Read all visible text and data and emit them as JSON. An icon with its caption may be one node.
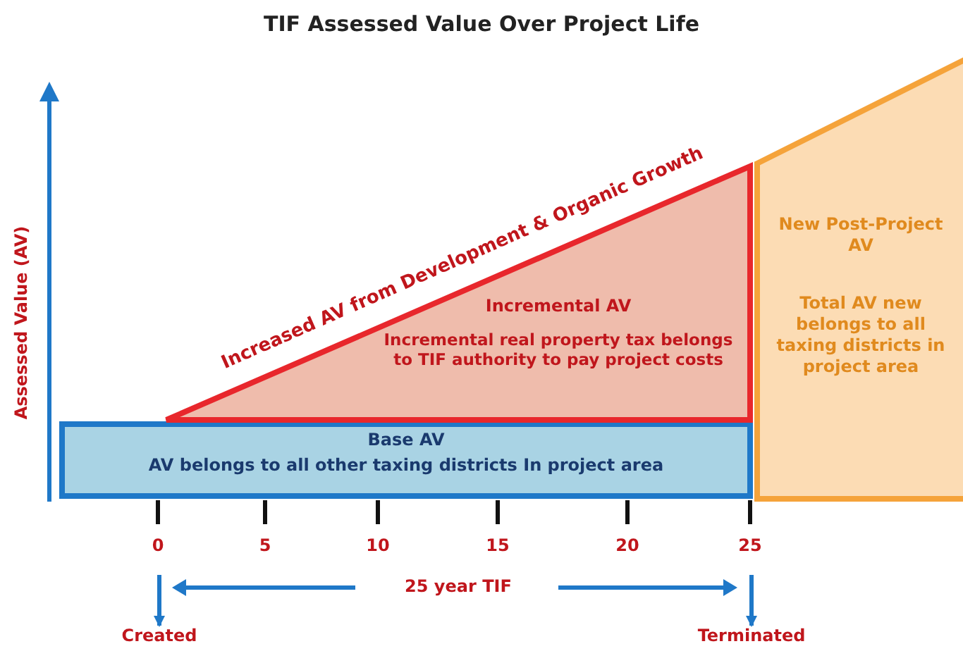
{
  "diagram": {
    "title": "TIF Assessed Value Over Project Life",
    "nodes": [
      {
        "text": [
          "Base AV",
          "AV belongs to all other taxing districts In project area"
        ]
      },
      {
        "text": [
          "Incremental AV",
          "Incremental real property tax belongs to TIF authority to pay project costs"
        ]
      },
      {
        "text": [
          "New Post-Project AV",
          "Total AV new belongs to all taxing districts in project area"
        ]
      },
      {
        "text": [
          "Created"
        ]
      },
      {
        "text": [
          "Terminated"
        ]
      }
    ],
    "edges": [
      {
        "from": null,
        "to": 3,
        "arrow": "to"
      },
      {
        "from": null,
        "to": 4,
        "arrow": "to"
      }
    ],
    "labels": [
      "Assessed Value (AV)",
      "Increased AV from Development & Organic Growth",
      "0",
      "5",
      "10",
      "15",
      "20",
      "25",
      "25 year TIF"
    ]
  }
}
